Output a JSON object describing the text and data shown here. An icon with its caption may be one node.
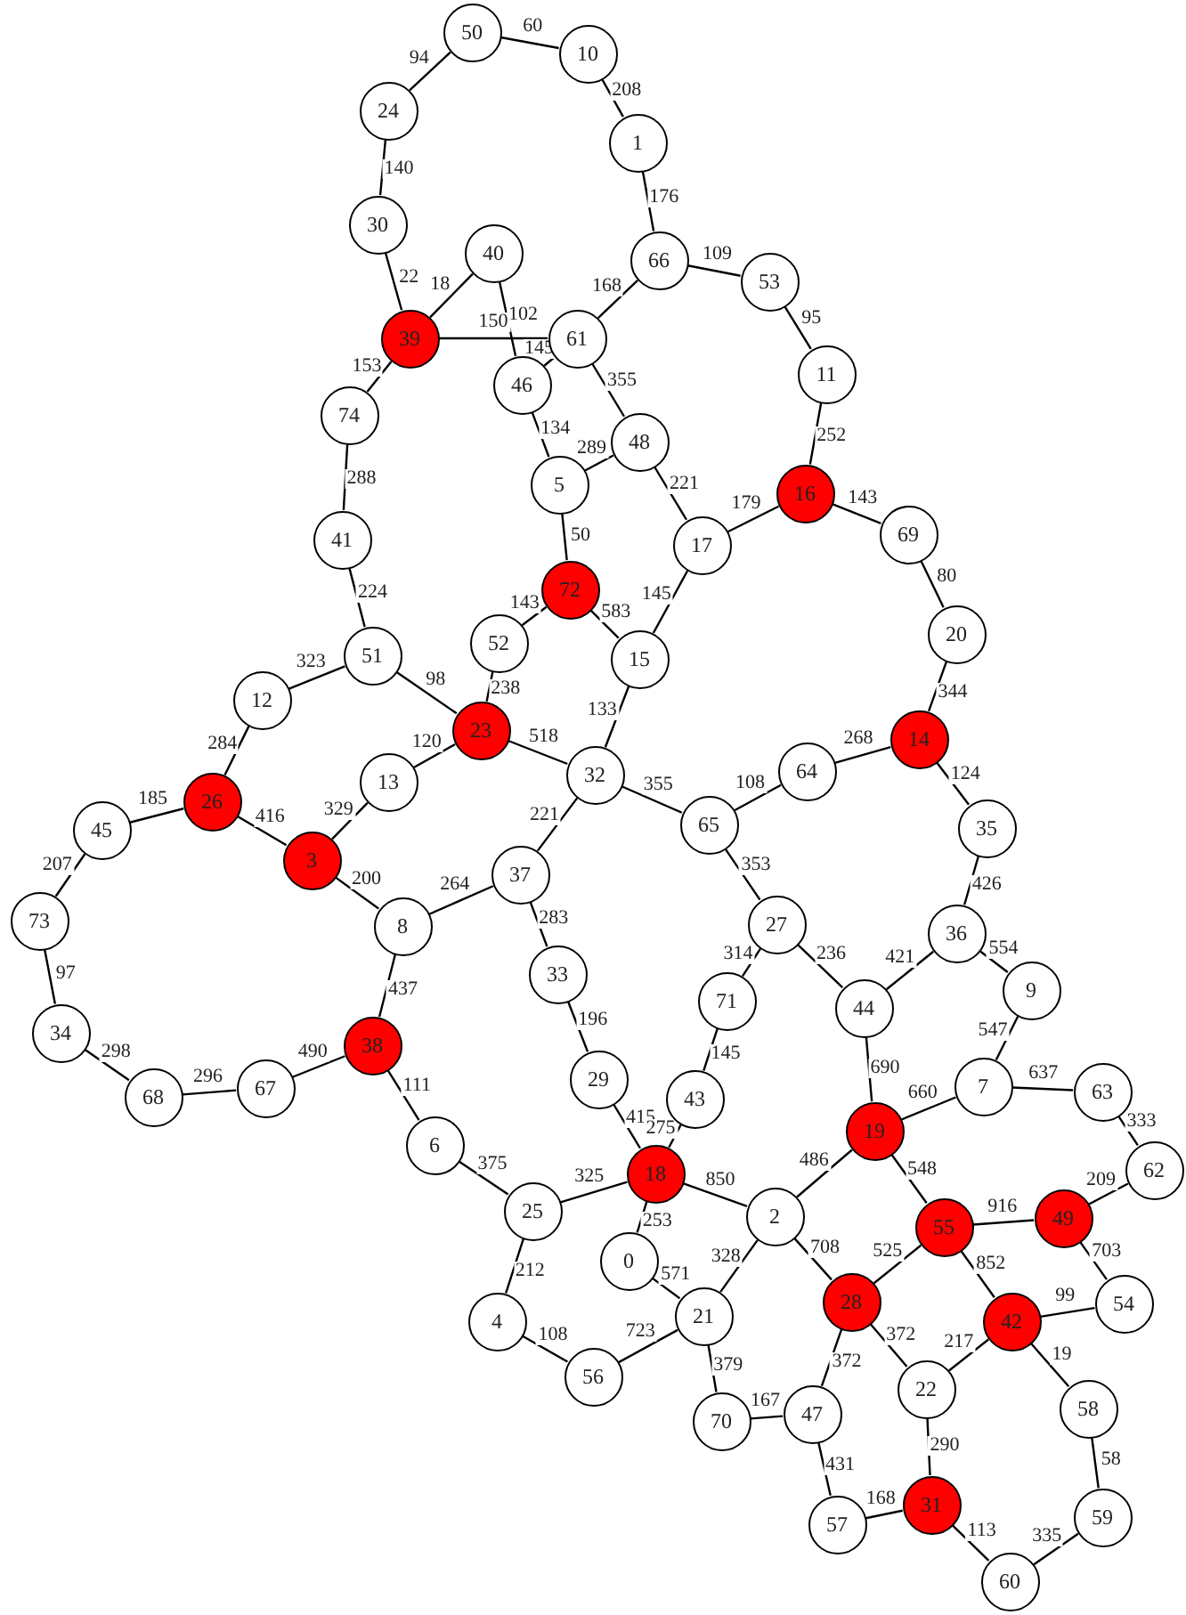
{
  "diagram": {
    "nodes": [
      {
        "text": [
          "0"
        ]
      },
      {
        "text": [
          "1"
        ]
      },
      {
        "text": [
          "2"
        ]
      },
      {
        "text": [
          "3"
        ]
      },
      {
        "text": [
          "4"
        ]
      },
      {
        "text": [
          "5"
        ]
      },
      {
        "text": [
          "6"
        ]
      },
      {
        "text": [
          "7"
        ]
      },
      {
        "text": [
          "8"
        ]
      },
      {
        "text": [
          "9"
        ]
      },
      {
        "text": [
          "10"
        ]
      },
      {
        "text": [
          "11"
        ]
      },
      {
        "text": [
          "12"
        ]
      },
      {
        "text": [
          "13"
        ]
      },
      {
        "text": [
          "14"
        ]
      },
      {
        "text": [
          "15"
        ]
      },
      {
        "text": [
          "16"
        ]
      },
      {
        "text": [
          "17"
        ]
      },
      {
        "text": [
          "18"
        ]
      },
      {
        "text": [
          "19"
        ]
      },
      {
        "text": [
          "20"
        ]
      },
      {
        "text": [
          "21"
        ]
      },
      {
        "text": [
          "22"
        ]
      },
      {
        "text": [
          "23"
        ]
      },
      {
        "text": [
          "24"
        ]
      },
      {
        "text": [
          "25"
        ]
      },
      {
        "text": [
          "26"
        ]
      },
      {
        "text": [
          "27"
        ]
      },
      {
        "text": [
          "28"
        ]
      },
      {
        "text": [
          "29"
        ]
      },
      {
        "text": [
          "30"
        ]
      },
      {
        "text": [
          "31"
        ]
      },
      {
        "text": [
          "32"
        ]
      },
      {
        "text": [
          "33"
        ]
      },
      {
        "text": [
          "34"
        ]
      },
      {
        "text": [
          "35"
        ]
      },
      {
        "text": [
          "36"
        ]
      },
      {
        "text": [
          "37"
        ]
      },
      {
        "text": [
          "38"
        ]
      },
      {
        "text": [
          "39"
        ]
      },
      {
        "text": [
          "40"
        ]
      },
      {
        "text": [
          "41"
        ]
      },
      {
        "text": [
          "42"
        ]
      },
      {
        "text": [
          "43"
        ]
      },
      {
        "text": [
          "44"
        ]
      },
      {
        "text": [
          "45"
        ]
      },
      {
        "text": [
          "46"
        ]
      },
      {
        "text": [
          "47"
        ]
      },
      {
        "text": [
          "48"
        ]
      },
      {
        "text": [
          "49"
        ]
      },
      {
        "text": [
          "50"
        ]
      },
      {
        "text": [
          "51"
        ]
      },
      {
        "text": [
          "52"
        ]
      },
      {
        "text": [
          "53"
        ]
      },
      {
        "text": [
          "54"
        ]
      },
      {
        "text": [
          "55"
        ]
      },
      {
        "text": [
          "56"
        ]
      },
      {
        "text": [
          "57"
        ]
      },
      {
        "text": [
          "58"
        ]
      },
      {
        "text": [
          "59"
        ]
      },
      {
        "text": [
          "60"
        ]
      },
      {
        "text": [
          "61"
        ]
      },
      {
        "text": [
          "62"
        ]
      },
      {
        "text": [
          "63"
        ]
      },
      {
        "text": [
          "64"
        ]
      },
      {
        "text": [
          "65"
        ]
      },
      {
        "text": [
          "66"
        ]
      },
      {
        "text": [
          "67"
        ]
      },
      {
        "text": [
          "68"
        ]
      },
      {
        "text": [
          "69"
        ]
      },
      {
        "text": [
          "70"
        ]
      },
      {
        "text": [
          "71"
        ]
      },
      {
        "text": [
          "72"
        ]
      },
      {
        "text": [
          "73"
        ]
      },
      {
        "text": [
          "74"
        ]
      }
    ],
    "edges": [
      {
        "from": 50,
        "to": 10,
        "arrow": "none",
        "label": "60"
      },
      {
        "from": 50,
        "to": 24,
        "arrow": "none",
        "label": "94"
      },
      {
        "from": 10,
        "to": 1,
        "arrow": "none",
        "label": "208"
      },
      {
        "from": 24,
        "to": 30,
        "arrow": "none",
        "label": "140"
      },
      {
        "from": 1,
        "to": 66,
        "arrow": "none",
        "label": "176"
      },
      {
        "from": 30,
        "to": 39,
        "arrow": "none",
        "label": "22"
      },
      {
        "from": 39,
        "to": 40,
        "arrow": "none",
        "label": "18"
      },
      {
        "from": 40,
        "to": 46,
        "arrow": "none",
        "label": "102"
      },
      {
        "from": 39,
        "to": 61,
        "arrow": "none",
        "label": "150"
      },
      {
        "from": 46,
        "to": 61,
        "arrow": "none",
        "label": "145"
      },
      {
        "from": 66,
        "to": 61,
        "arrow": "none",
        "label": "168"
      },
      {
        "from": 66,
        "to": 53,
        "arrow": "none",
        "label": "109"
      },
      {
        "from": 53,
        "to": 11,
        "arrow": "none",
        "label": "95"
      },
      {
        "from": 39,
        "to": 74,
        "arrow": "none",
        "label": "153"
      },
      {
        "from": 61,
        "to": 48,
        "arrow": "none",
        "label": "355"
      },
      {
        "from": 46,
        "to": 5,
        "arrow": "none",
        "label": "134"
      },
      {
        "from": 5,
        "to": 48,
        "arrow": "none",
        "label": "289"
      },
      {
        "from": 11,
        "to": 16,
        "arrow": "none",
        "label": "252"
      },
      {
        "from": 48,
        "to": 17,
        "arrow": "none",
        "label": "221"
      },
      {
        "from": 17,
        "to": 16,
        "arrow": "none",
        "label": "179"
      },
      {
        "from": 16,
        "to": 69,
        "arrow": "none",
        "label": "143"
      },
      {
        "from": 74,
        "to": 41,
        "arrow": "none",
        "label": "288"
      },
      {
        "from": 5,
        "to": 72,
        "arrow": "none",
        "label": "50"
      },
      {
        "from": 41,
        "to": 51,
        "arrow": "none",
        "label": "224"
      },
      {
        "from": 72,
        "to": 52,
        "arrow": "none",
        "label": "143"
      },
      {
        "from": 72,
        "to": 15,
        "arrow": "none",
        "label": "583"
      },
      {
        "from": 17,
        "to": 15,
        "arrow": "none",
        "label": "145"
      },
      {
        "from": 69,
        "to": 20,
        "arrow": "none",
        "label": "80"
      },
      {
        "from": 51,
        "to": 12,
        "arrow": "none",
        "label": "323"
      },
      {
        "from": 51,
        "to": 23,
        "arrow": "none",
        "label": "98"
      },
      {
        "from": 52,
        "to": 23,
        "arrow": "none",
        "label": "238"
      },
      {
        "from": 23,
        "to": 13,
        "arrow": "none",
        "label": "120"
      },
      {
        "from": 23,
        "to": 32,
        "arrow": "none",
        "label": "518"
      },
      {
        "from": 15,
        "to": 32,
        "arrow": "none",
        "label": "133"
      },
      {
        "from": 20,
        "to": 14,
        "arrow": "none",
        "label": "344"
      },
      {
        "from": 12,
        "to": 26,
        "arrow": "none",
        "label": "284"
      },
      {
        "from": 26,
        "to": 45,
        "arrow": "none",
        "label": "185"
      },
      {
        "from": 26,
        "to": 3,
        "arrow": "none",
        "label": "416"
      },
      {
        "from": 13,
        "to": 3,
        "arrow": "none",
        "label": "329"
      },
      {
        "from": 3,
        "to": 8,
        "arrow": "none",
        "label": "200"
      },
      {
        "from": 8,
        "to": 37,
        "arrow": "none",
        "label": "264"
      },
      {
        "from": 37,
        "to": 32,
        "arrow": "none",
        "label": "221"
      },
      {
        "from": 32,
        "to": 65,
        "arrow": "none",
        "label": "355"
      },
      {
        "from": 65,
        "to": 64,
        "arrow": "none",
        "label": "108"
      },
      {
        "from": 64,
        "to": 14,
        "arrow": "none",
        "label": "268"
      },
      {
        "from": 14,
        "to": 35,
        "arrow": "none",
        "label": "124"
      },
      {
        "from": 45,
        "to": 73,
        "arrow": "none",
        "label": "207"
      },
      {
        "from": 73,
        "to": 34,
        "arrow": "none",
        "label": "97"
      },
      {
        "from": 8,
        "to": 38,
        "arrow": "none",
        "label": "437"
      },
      {
        "from": 37,
        "to": 33,
        "arrow": "none",
        "label": "283"
      },
      {
        "from": 65,
        "to": 27,
        "arrow": "none",
        "label": "353"
      },
      {
        "from": 35,
        "to": 36,
        "arrow": "none",
        "label": "426"
      },
      {
        "from": 27,
        "to": 71,
        "arrow": "none",
        "label": "314"
      },
      {
        "from": 27,
        "to": 44,
        "arrow": "none",
        "label": "236"
      },
      {
        "from": 36,
        "to": 44,
        "arrow": "none",
        "label": "421"
      },
      {
        "from": 36,
        "to": 9,
        "arrow": "none",
        "label": "554"
      },
      {
        "from": 33,
        "to": 29,
        "arrow": "none",
        "label": "196"
      },
      {
        "from": 71,
        "to": 43,
        "arrow": "none",
        "label": "145"
      },
      {
        "from": 34,
        "to": 68,
        "arrow": "none",
        "label": "298"
      },
      {
        "from": 68,
        "to": 67,
        "arrow": "none",
        "label": "296"
      },
      {
        "from": 67,
        "to": 38,
        "arrow": "none",
        "label": "490"
      },
      {
        "from": 38,
        "to": 6,
        "arrow": "none",
        "label": "111"
      },
      {
        "from": 9,
        "to": 7,
        "arrow": "none",
        "label": "547"
      },
      {
        "from": 44,
        "to": 19,
        "arrow": "none",
        "label": "690"
      },
      {
        "from": 7,
        "to": 19,
        "arrow": "none",
        "label": "660"
      },
      {
        "from": 7,
        "to": 63,
        "arrow": "none",
        "label": "637"
      },
      {
        "from": 29,
        "to": 18,
        "arrow": "none",
        "label": "415"
      },
      {
        "from": 43,
        "to": 18,
        "arrow": "none",
        "label": "275"
      },
      {
        "from": 6,
        "to": 25,
        "arrow": "none",
        "label": "375"
      },
      {
        "from": 25,
        "to": 18,
        "arrow": "none",
        "label": "325"
      },
      {
        "from": 18,
        "to": 0,
        "arrow": "none",
        "label": "253"
      },
      {
        "from": 18,
        "to": 2,
        "arrow": "none",
        "label": "850"
      },
      {
        "from": 2,
        "to": 19,
        "arrow": "none",
        "label": "486"
      },
      {
        "from": 19,
        "to": 55,
        "arrow": "none",
        "label": "548"
      },
      {
        "from": 63,
        "to": 62,
        "arrow": "none",
        "label": "333"
      },
      {
        "from": 62,
        "to": 49,
        "arrow": "none",
        "label": "209"
      },
      {
        "from": 55,
        "to": 49,
        "arrow": "none",
        "label": "916"
      },
      {
        "from": 0,
        "to": 21,
        "arrow": "none",
        "label": "571"
      },
      {
        "from": 2,
        "to": 21,
        "arrow": "none",
        "label": "328"
      },
      {
        "from": 2,
        "to": 28,
        "arrow": "none",
        "label": "708"
      },
      {
        "from": 28,
        "to": 55,
        "arrow": "none",
        "label": "525"
      },
      {
        "from": 55,
        "to": 42,
        "arrow": "none",
        "label": "852"
      },
      {
        "from": 49,
        "to": 54,
        "arrow": "none",
        "label": "703"
      },
      {
        "from": 42,
        "to": 54,
        "arrow": "none",
        "label": "99"
      },
      {
        "from": 25,
        "to": 4,
        "arrow": "none",
        "label": "212"
      },
      {
        "from": 4,
        "to": 56,
        "arrow": "none",
        "label": "108"
      },
      {
        "from": 56,
        "to": 21,
        "arrow": "none",
        "label": "723"
      },
      {
        "from": 21,
        "to": 70,
        "arrow": "none",
        "label": "379"
      },
      {
        "from": 28,
        "to": 22,
        "arrow": "none",
        "label": "372"
      },
      {
        "from": 28,
        "to": 47,
        "arrow": "none",
        "label": "372"
      },
      {
        "from": 42,
        "to": 22,
        "arrow": "none",
        "label": "217"
      },
      {
        "from": 42,
        "to": 58,
        "arrow": "none",
        "label": "19"
      },
      {
        "from": 70,
        "to": 47,
        "arrow": "none",
        "label": "167"
      },
      {
        "from": 22,
        "to": 31,
        "arrow": "none",
        "label": "290"
      },
      {
        "from": 47,
        "to": 57,
        "arrow": "none",
        "label": "431"
      },
      {
        "from": 57,
        "to": 31,
        "arrow": "none",
        "label": "168"
      },
      {
        "from": 31,
        "to": 60,
        "arrow": "none",
        "label": "113"
      },
      {
        "from": 58,
        "to": 59,
        "arrow": "none",
        "label": "58"
      },
      {
        "from": 60,
        "to": 59,
        "arrow": "none",
        "label": "335"
      }
    ]
  }
}
